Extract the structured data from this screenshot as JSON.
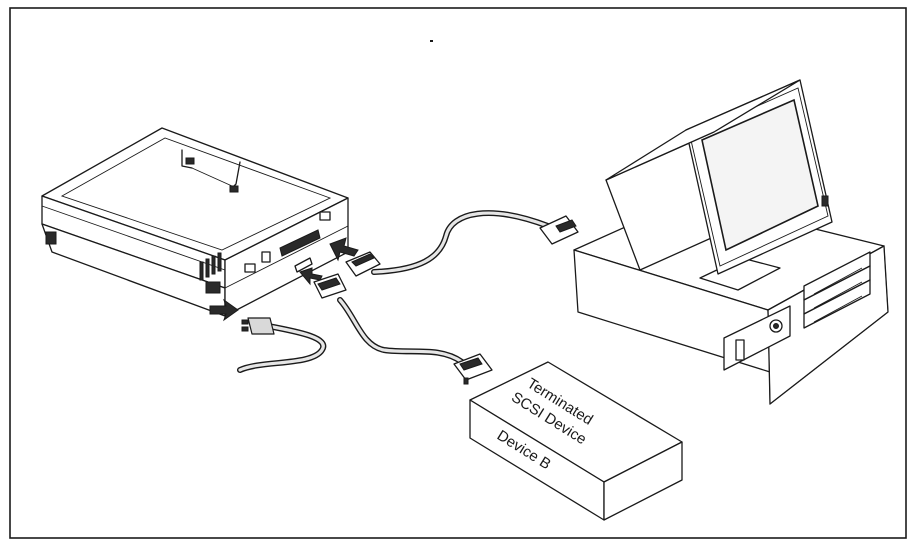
{
  "device_label": {
    "line1": "Terminated",
    "line2": "SCSI Device",
    "name": "Device B"
  }
}
